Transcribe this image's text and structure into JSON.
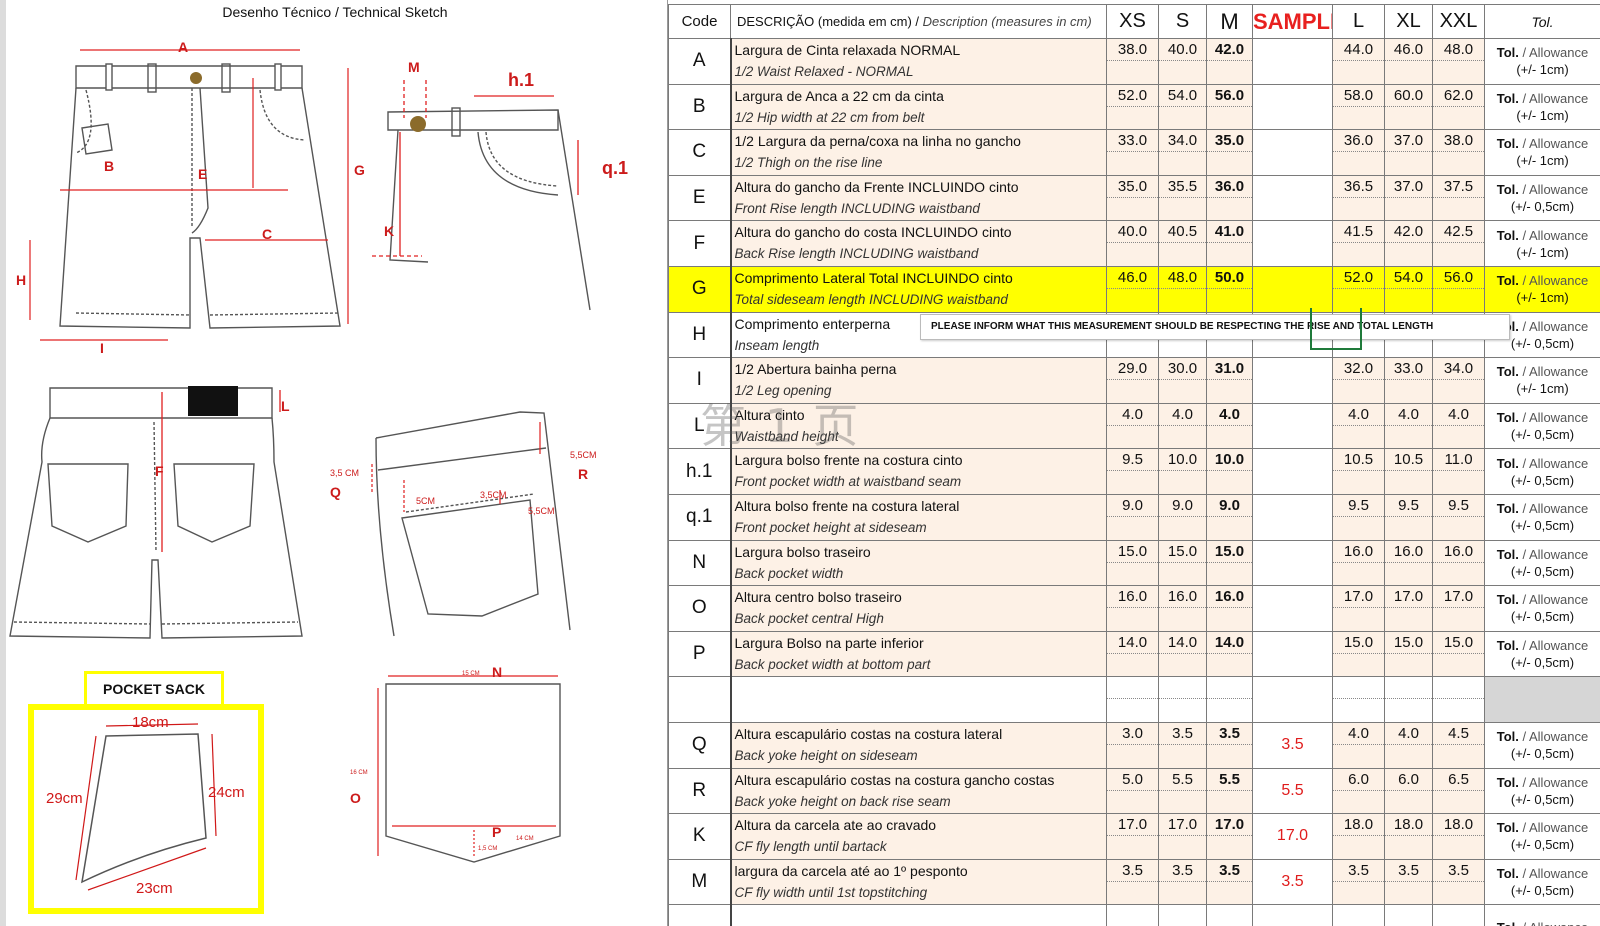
{
  "sketch": {
    "title": "Desenho Técnico / Technical Sketch",
    "pocket_sack_title": "POCKET SACK",
    "pocket_dims": {
      "top": "18cm",
      "left": "29cm",
      "right": "24cm",
      "bottom": "23cm"
    },
    "labels": [
      "A",
      "B",
      "C",
      "E",
      "G",
      "H",
      "I",
      "M",
      "h.1",
      "q.1",
      "K",
      "L",
      "F",
      "Q",
      "R",
      "N",
      "O",
      "P"
    ],
    "small_labels": {
      "r_dim": "5,5CM",
      "q_dim": "3,5 CM",
      "fcm": "5CM",
      "mid": "3,5CM",
      "side": "5,5CM",
      "n_small": "15 CM",
      "o_small": "16 CM",
      "p_small": "14 CM",
      "p_bottom": "1,5 CM"
    }
  },
  "watermark": "第 1 页",
  "note": "PLEASE INFORM WHAT THIS MEASUREMENT SHOULD BE RESPECTING THE RISE AND  TOTAL LENGTH",
  "table": {
    "headers": {
      "code": "Code",
      "desc_pt": "DESCRIÇÃO (medida em cm) / ",
      "desc_en": "Description (measures in cm)",
      "xs": "XS",
      "s": "S",
      "m": "M",
      "sample": "SAMPLE",
      "l": "L",
      "xl": "XL",
      "xxl": "XXL",
      "tol": "Tol."
    },
    "rows": [
      {
        "code": "A",
        "pt": "Largura de Cinta relaxada NORMAL",
        "en": "1/2 Waist Relaxed - NORMAL",
        "xs": "38.0",
        "s": "40.0",
        "m": "42.0",
        "sample": "",
        "l": "44.0",
        "xl": "46.0",
        "xxl": "48.0",
        "tol_a": "Tol.",
        "tol_b": " / Allowance",
        "tol_c": "(+/- 1cm)",
        "style": "peach"
      },
      {
        "code": "B",
        "pt": "Largura de Anca a 22 cm da cinta",
        "en": "1/2 Hip width at 22 cm from belt",
        "xs": "52.0",
        "s": "54.0",
        "m": "56.0",
        "sample": "",
        "l": "58.0",
        "xl": "60.0",
        "xxl": "62.0",
        "tol_a": "Tol.",
        "tol_b": " / Allowance",
        "tol_c": "(+/- 1cm)",
        "style": "peach"
      },
      {
        "code": "C",
        "pt": "1/2 Largura da perna/coxa na linha no gancho",
        "en": "1/2 Thigh on the rise line",
        "xs": "33.0",
        "s": "34.0",
        "m": "35.0",
        "sample": "",
        "l": "36.0",
        "xl": "37.0",
        "xxl": "38.0",
        "tol_a": "Tol.",
        "tol_b": " / Allowance",
        "tol_c": "(+/- 1cm)",
        "style": "peach"
      },
      {
        "code": "E",
        "pt": "Altura do gancho da Frente INCLUINDO cinto",
        "en": "Front Rise length INCLUDING waistband",
        "xs": "35.0",
        "s": "35.5",
        "m": "36.0",
        "sample": "",
        "l": "36.5",
        "xl": "37.0",
        "xxl": "37.5",
        "tol_a": "Tol.",
        "tol_b": " / Allowance",
        "tol_c": "(+/- 0,5cm)",
        "style": "peach"
      },
      {
        "code": "F",
        "pt": "Altura do gancho do costa INCLUINDO cinto",
        "en": "Back Rise length INCLUDING waistband",
        "xs": "40.0",
        "s": "40.5",
        "m": "41.0",
        "sample": "",
        "l": "41.5",
        "xl": "42.0",
        "xxl": "42.5",
        "tol_a": "Tol.",
        "tol_b": " / Allowance",
        "tol_c": "(+/- 1cm)",
        "style": "peach"
      },
      {
        "code": "G",
        "pt": "Comprimento Lateral Total INCLUINDO cinto",
        "en": "Total sideseam length INCLUDING waistband",
        "xs": "46.0",
        "s": "48.0",
        "m": "50.0",
        "sample": "",
        "l": "52.0",
        "xl": "54.0",
        "xxl": "56.0",
        "tol_a": "Tol.",
        "tol_b": " / Allowance",
        "tol_c": "(+/- 1cm)",
        "style": "yellow"
      },
      {
        "code": "H",
        "pt": "Comprimento enterperna",
        "en": "Inseam length",
        "xs": "",
        "s": "",
        "m": "",
        "sample": "",
        "l": "",
        "xl": "",
        "xxl": "",
        "tol_a": "Tol.",
        "tol_b": " / Allowance",
        "tol_c": "(+/- 0,5cm)",
        "style": "plain"
      },
      {
        "code": "I",
        "pt": "1/2 Abertura bainha perna",
        "en": "1/2 Leg opening",
        "xs": "29.0",
        "s": "30.0",
        "m": "31.0",
        "sample": "",
        "l": "32.0",
        "xl": "33.0",
        "xxl": "34.0",
        "tol_a": "Tol.",
        "tol_b": " / Allowance",
        "tol_c": "(+/- 1cm)",
        "style": "peach"
      },
      {
        "code": "L",
        "pt": "Altura cinto",
        "en": "Waistband height",
        "xs": "4.0",
        "s": "4.0",
        "m": "4.0",
        "sample": "",
        "l": "4.0",
        "xl": "4.0",
        "xxl": "4.0",
        "tol_a": "Tol.",
        "tol_b": " / Allowance",
        "tol_c": "(+/- 0,5cm)",
        "style": "peach"
      },
      {
        "code": "h.1",
        "pt": "Largura bolso frente na costura cinto",
        "en": "Front pocket width at waistband seam",
        "xs": "9.5",
        "s": "10.0",
        "m": "10.0",
        "sample": "",
        "l": "10.5",
        "xl": "10.5",
        "xxl": "11.0",
        "tol_a": "Tol.",
        "tol_b": " / Allowance",
        "tol_c": "(+/- 0,5cm)",
        "style": "peach"
      },
      {
        "code": "q.1",
        "pt": "Altura bolso frente na costura lateral",
        "en": "Front pocket height at sideseam",
        "xs": "9.0",
        "s": "9.0",
        "m": "9.0",
        "sample": "",
        "l": "9.5",
        "xl": "9.5",
        "xxl": "9.5",
        "tol_a": "Tol.",
        "tol_b": " / Allowance",
        "tol_c": "(+/- 0,5cm)",
        "style": "peach"
      },
      {
        "code": "N",
        "pt": "Largura bolso traseiro",
        "en": "Back pocket width",
        "xs": "15.0",
        "s": "15.0",
        "m": "15.0",
        "sample": "",
        "l": "16.0",
        "xl": "16.0",
        "xxl": "16.0",
        "tol_a": "Tol.",
        "tol_b": " / Allowance",
        "tol_c": "(+/- 0,5cm)",
        "style": "peach"
      },
      {
        "code": "O",
        "pt": "Altura centro bolso traseiro",
        "en": "Back pocket central High",
        "xs": "16.0",
        "s": "16.0",
        "m": "16.0",
        "sample": "",
        "l": "17.0",
        "xl": "17.0",
        "xxl": "17.0",
        "tol_a": "Tol.",
        "tol_b": " / Allowance",
        "tol_c": "(+/- 0,5cm)",
        "style": "peach"
      },
      {
        "code": "P",
        "pt": "Largura Bolso na parte inferior",
        "en": "Back pocket width at bottom part",
        "xs": "14.0",
        "s": "14.0",
        "m": "14.0",
        "sample": "",
        "l": "15.0",
        "xl": "15.0",
        "xxl": "15.0",
        "tol_a": "Tol.",
        "tol_b": " / Allowance",
        "tol_c": "(+/- 0,5cm)",
        "style": "peach"
      },
      {
        "code": "",
        "pt": "",
        "en": "",
        "xs": "",
        "s": "",
        "m": "",
        "sample": "",
        "l": "",
        "xl": "",
        "xxl": "",
        "tol_a": "",
        "tol_b": "",
        "tol_c": "",
        "style": "blank"
      },
      {
        "code": "Q",
        "pt": "Altura escapulário costas na costura lateral",
        "en": "Back yoke height on sideseam",
        "xs": "3.0",
        "s": "3.5",
        "m": "3.5",
        "sample": "3.5",
        "l": "4.0",
        "xl": "4.0",
        "xxl": "4.5",
        "tol_a": "Tol.",
        "tol_b": " / Allowance",
        "tol_c": "(+/- 0,5cm)",
        "style": "peach"
      },
      {
        "code": "R",
        "pt": "Altura escapulário costas na costura gancho costas",
        "en": "Back yoke height on back rise seam",
        "xs": "5.0",
        "s": "5.5",
        "m": "5.5",
        "sample": "5.5",
        "l": "6.0",
        "xl": "6.0",
        "xxl": "6.5",
        "tol_a": "Tol.",
        "tol_b": " / Allowance",
        "tol_c": "(+/- 0,5cm)",
        "style": "peach"
      },
      {
        "code": "K",
        "pt": "Altura da carcela ate ao cravado",
        "en": "CF fly length until bartack",
        "xs": "17.0",
        "s": "17.0",
        "m": "17.0",
        "sample": "17.0",
        "l": "18.0",
        "xl": "18.0",
        "xxl": "18.0",
        "tol_a": "Tol.",
        "tol_b": " / Allowance",
        "tol_c": "(+/- 0,5cm)",
        "style": "peach"
      },
      {
        "code": "M",
        "pt": "largura da carcela até ao 1º pesponto",
        "en": "CF fly width until 1st topstitching",
        "xs": "3.5",
        "s": "3.5",
        "m": "3.5",
        "sample": "3.5",
        "l": "3.5",
        "xl": "3.5",
        "xxl": "3.5",
        "tol_a": "Tol.",
        "tol_b": " / Allowance",
        "tol_c": "(+/- 0,5cm)",
        "style": "peach"
      },
      {
        "code": "",
        "pt": "",
        "en": "",
        "xs": "",
        "s": "",
        "m": "",
        "sample": "",
        "l": "",
        "xl": "",
        "xxl": "",
        "tol_a": "Tol.",
        "tol_b": " / Allowance",
        "tol_c": "",
        "style": "plain"
      }
    ]
  },
  "colors": {
    "accent_red": "#cc1b1b",
    "highlight": "#ffff00",
    "row_tint": "#fdf1e6",
    "grid": "#7a7a7a"
  }
}
